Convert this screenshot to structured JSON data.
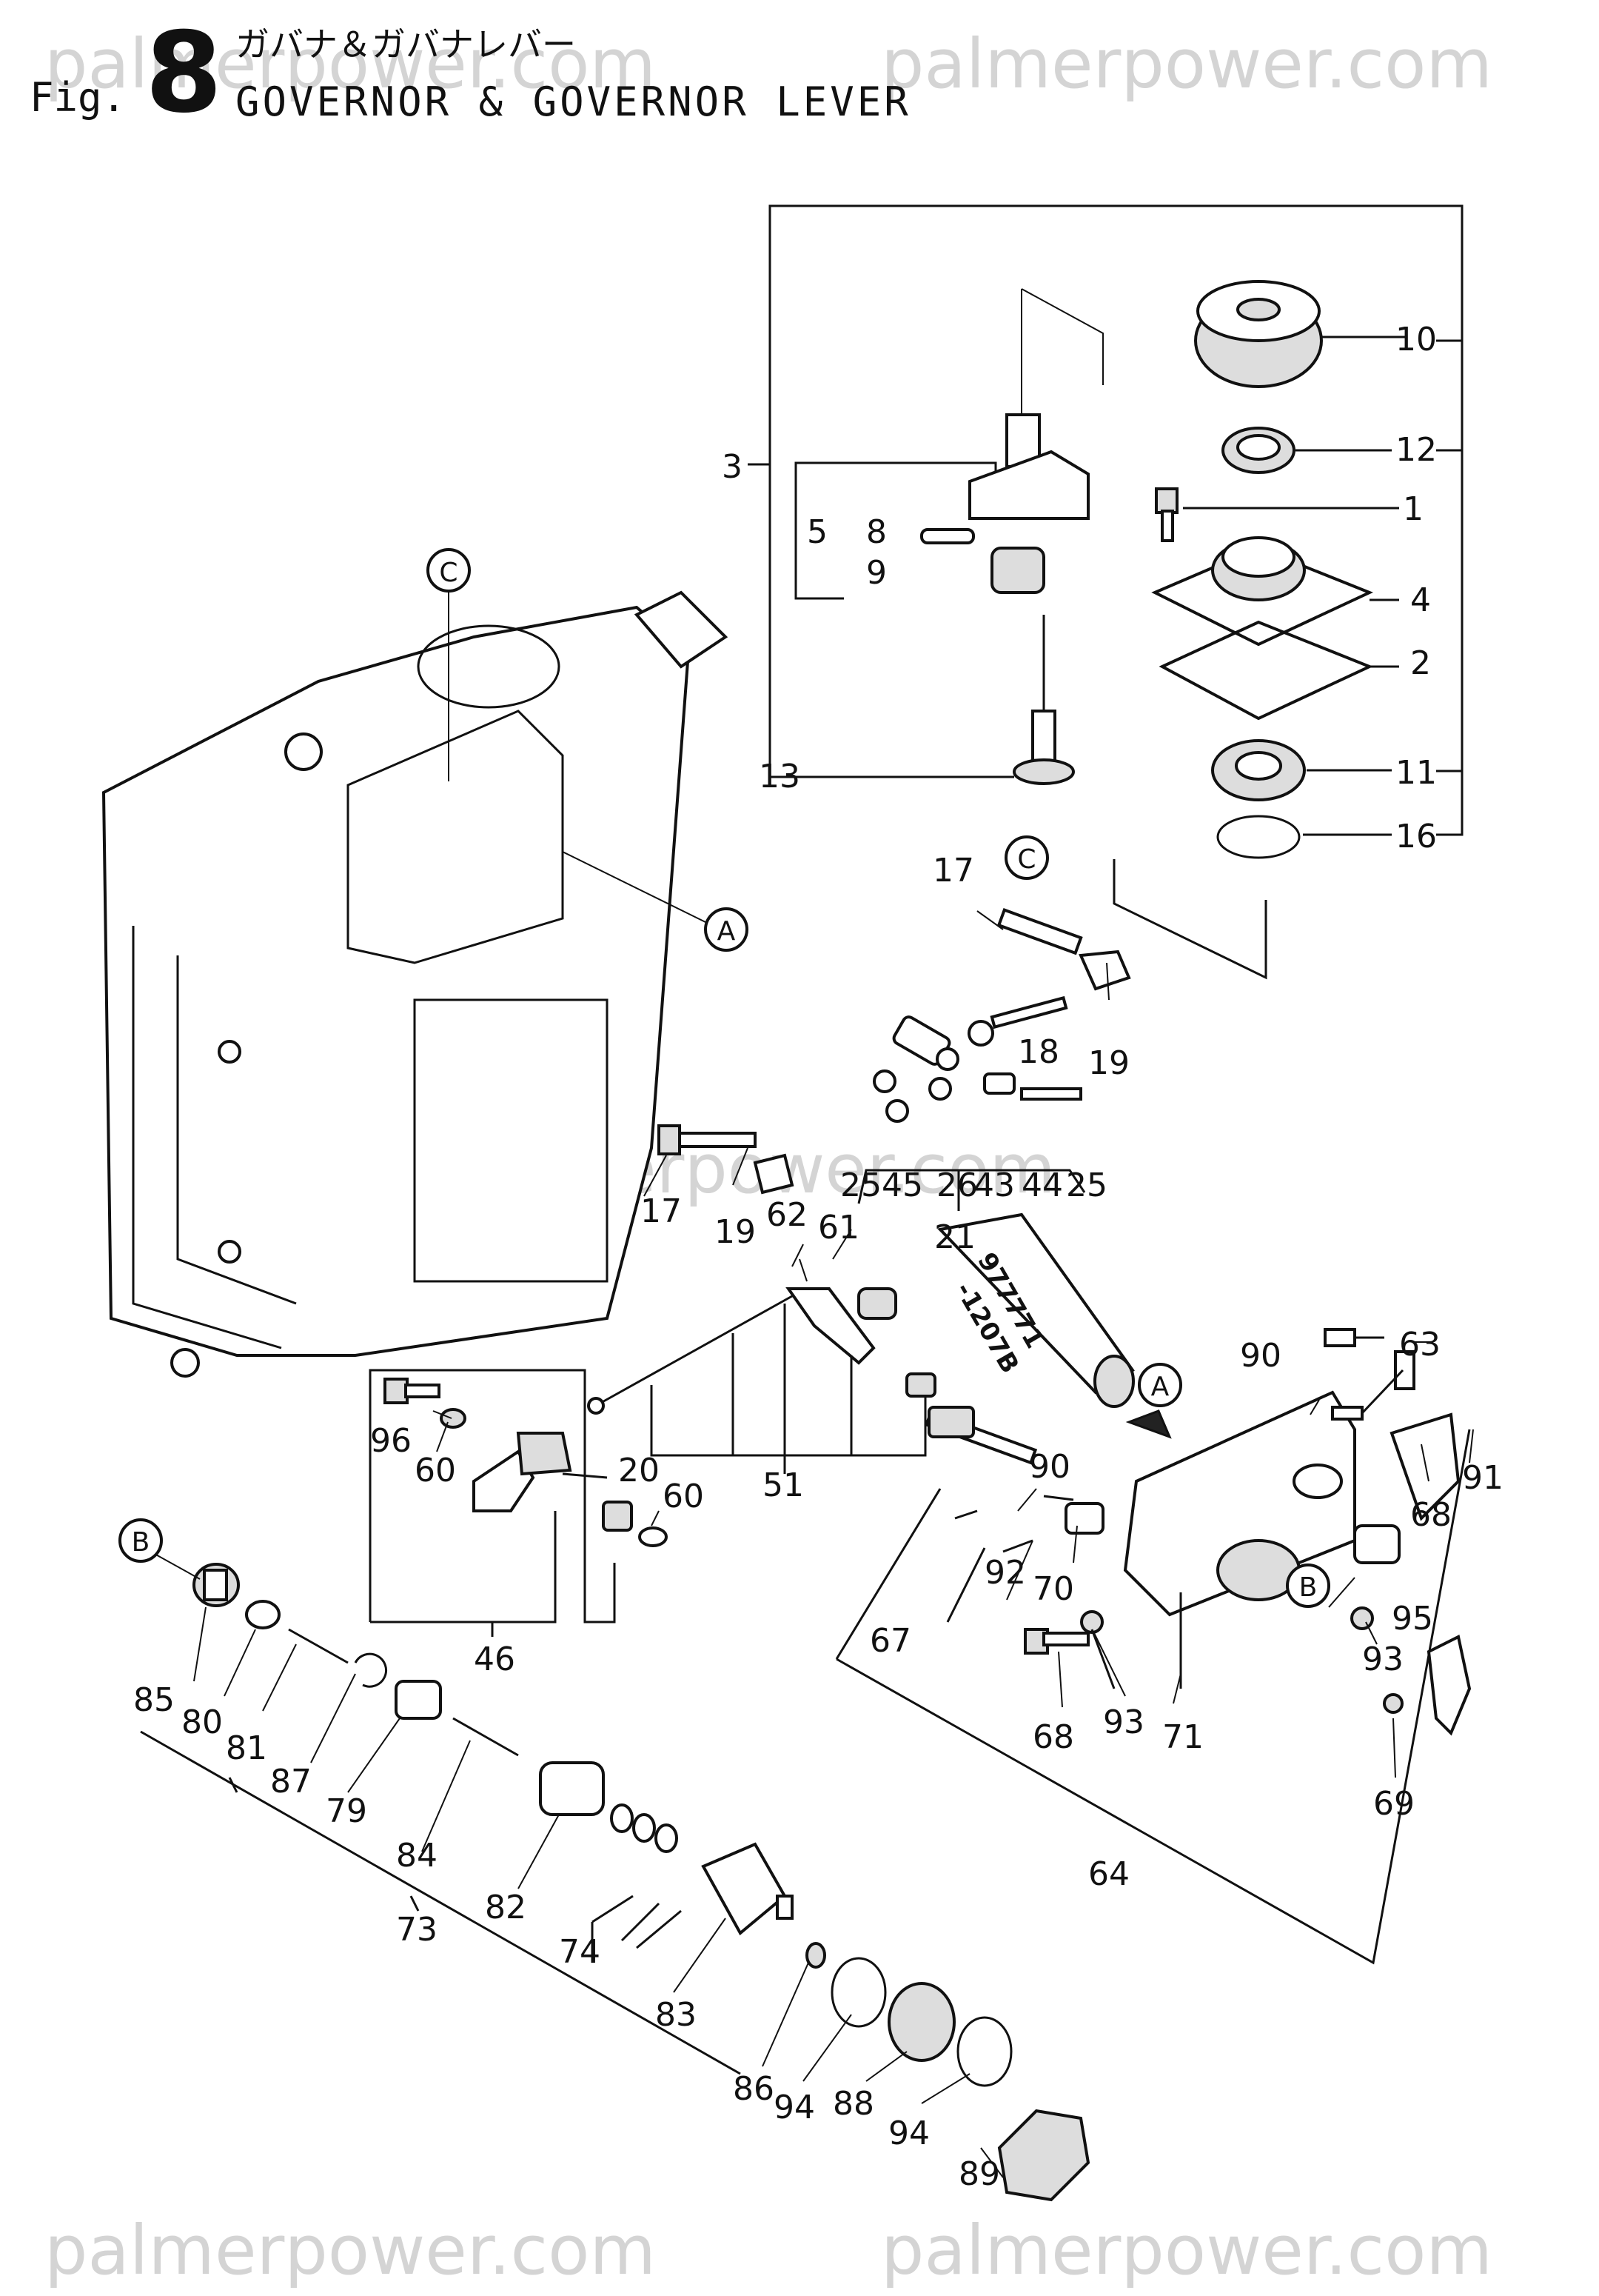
{
  "header": {
    "fig_prefix": "Fig.",
    "fig_number": "8",
    "title_jp": "ガバナ＆ガバナレバー",
    "title_en": "GOVERNOR & GOVERNOR LEVER"
  },
  "watermark": {
    "text": "palmerpower.com"
  },
  "tube_label": {
    "line1": "977771",
    "line2": "-1207B"
  },
  "ref_markers": {
    "A": "A",
    "B": "B",
    "C": "C"
  },
  "part_numbers": {
    "p1": "1",
    "p2": "2",
    "p3": "3",
    "p4": "4",
    "p5": "5",
    "p8": "8",
    "p9": "9",
    "p10": "10",
    "p11": "11",
    "p12": "12",
    "p13": "13",
    "p16": "16",
    "p17": "17",
    "p18": "18",
    "p19": "19",
    "p20": "20",
    "p21": "21",
    "p25": "25",
    "p26": "26",
    "p43": "43",
    "p44": "44",
    "p45": "45",
    "p46": "46",
    "p51": "51",
    "p60": "60",
    "p61": "61",
    "p62": "62",
    "p63": "63",
    "p64": "64",
    "p67": "67",
    "p68": "68",
    "p69": "69",
    "p70": "70",
    "p71": "71",
    "p73": "73",
    "p74": "74",
    "p79": "79",
    "p80": "80",
    "p81": "81",
    "p82": "82",
    "p83": "83",
    "p84": "84",
    "p85": "85",
    "p86": "86",
    "p87": "87",
    "p88": "88",
    "p89": "89",
    "p90": "90",
    "p91": "91",
    "p92": "92",
    "p93": "93",
    "p94": "94",
    "p95": "95",
    "p96": "96",
    "p2545": "2545"
  }
}
